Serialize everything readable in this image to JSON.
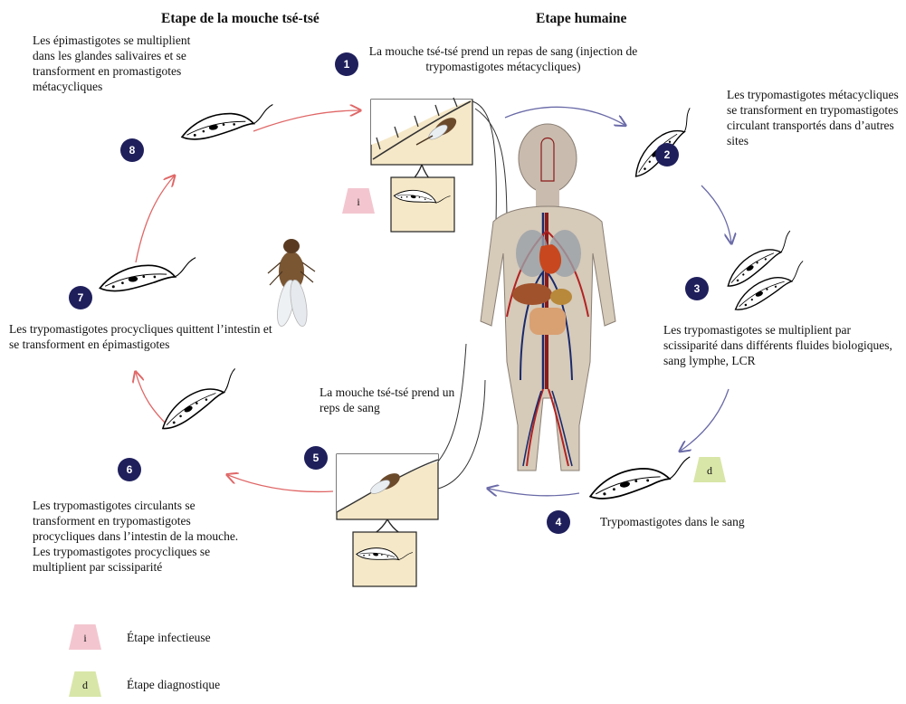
{
  "headers": {
    "fly_stage": "Etape de la mouche tsé-tsé",
    "human_stage": "Etape humaine"
  },
  "steps": [
    {
      "num": "1",
      "text": "La mouche tsé-tsé prend un repas de sang (injection de trypomastigotes métacycliques)"
    },
    {
      "num": "2",
      "text": "Les trypomastigotes métacycliques se transforment en trypomastigotes circulant transportés dans d’autres sites"
    },
    {
      "num": "3",
      "text": "Les trypomastigotes se multiplient par scissiparité dans différents fluides biologiques, sang lymphe, LCR"
    },
    {
      "num": "4",
      "text": "Trypomastigotes dans le sang"
    },
    {
      "num": "5",
      "text": "La mouche tsé-tsé prend un reps de sang"
    },
    {
      "num": "6",
      "text": "Les trypomastigotes circulants se transforment en trypomastigotes procycliques dans l’intestin de la mouche. Les trypomastigotes procycliques se multiplient par scissiparité"
    },
    {
      "num": "7",
      "text": "Les trypomastigotes procycliques quittent l’intestin et se transforment en épimastigotes"
    },
    {
      "num": "8",
      "text": "Les épimastigotes se multiplient dans les glandes salivaires et se transforment en promastigotes métacycliques"
    }
  ],
  "markers": {
    "infective": "i",
    "diagnostic": "d"
  },
  "legend": {
    "infective_symbol": "i",
    "infective_label": "Étape infectieuse",
    "diagnostic_symbol": "d",
    "diagnostic_label": "Étape diagnostique"
  },
  "colors": {
    "fly_arrow": "#e06666",
    "human_arrow": "#6a6aa8",
    "badge": "#1f1f5c",
    "infective": "#f3c6cf",
    "diagnostic": "#d8e6a8",
    "inset": "#f5e8c8"
  }
}
